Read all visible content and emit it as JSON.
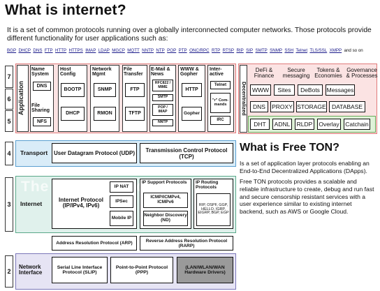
{
  "header": {
    "title": "What is internet?",
    "intro": "It is a set of common protocols running over a globally interconnected computer networks. Those protocols provide different functionality for user applications such as:"
  },
  "protocol_links": [
    "BGP",
    "DHCP",
    "DNS",
    "FTP",
    "HTTP",
    "HTTPS",
    "IMAP",
    "LDAP",
    "MGCP",
    "MQTT",
    "NNTP",
    "NTP",
    "POP",
    "PTP",
    "ONC/RPC",
    "RTP",
    "RTSP",
    "RIP",
    "SIP",
    "SMTP",
    "SNMP",
    "SSH",
    "Telnet",
    "TLS/SSL",
    "XMPP"
  ],
  "protocol_links_suffix": "and so on",
  "layers": {
    "l7": "7",
    "l6": "6",
    "l5": "5",
    "l4": "4",
    "l3": "3",
    "l2": "2",
    "application": "Application",
    "transport": "Transport",
    "internet": "Internet",
    "network_interface": "Network Interface"
  },
  "app": {
    "name_system": "Name System",
    "dns": "DNS",
    "file_sharing": "File Sharing",
    "nfs": "NFS",
    "host_config": "Host Config",
    "bootp": "BOOTP",
    "dhcp": "DHCP",
    "network_mgmt": "Network Mgmt",
    "snmp": "SNMP",
    "rmon": "RMON",
    "file_transfer": "File Transfer",
    "ftp": "FTP",
    "tftp": "TFTP",
    "email_news": "E-Mail & News",
    "rfc822": "RFC822 / MIME",
    "smtp": "SMTP",
    "pop_imap": "POP / IMAP",
    "nntp": "NNTP",
    "www_gopher": "WWW & Gopher",
    "http": "HTTP",
    "gopher": "Gopher",
    "interactive": "Inter-active",
    "telnet": "Telnet",
    "r_commands": "\"r\" Com-mands",
    "irc": "IRC"
  },
  "decentralized": {
    "label": "Decentralized",
    "row1": [
      "DeFi & Finance",
      "Secure messaging",
      "Tokens & Economies",
      "Governance & Processes"
    ],
    "row2": [
      "WWW",
      "Sites",
      "DeBots",
      "Messages"
    ],
    "row3": [
      "DNS",
      "PROXY",
      "STORAGE",
      "DATABASE"
    ],
    "row4": [
      "DHT",
      "ADNL",
      "RLDP",
      "Overlay",
      "Catchain"
    ]
  },
  "transport": {
    "udp": "User Datagram Protocol (UDP)",
    "tcp": "Transmission Control Protocol (TCP)"
  },
  "internet": {
    "ip": "Internet Protocol (IP/IPv4, IPv6)",
    "ipnat": "IP NAT",
    "ipsec": "IPSec",
    "mobile_ip": "Mobile IP",
    "ip_support": "IP Support Protocols",
    "icmp": "ICMP/ICMPv4, ICMPv6",
    "nd": "Neighbor Discovery (ND)",
    "ip_routing": "IP Routing Protocols",
    "routing_list": "RIP, OSPF, GGP, HELLO, IGRP, EIGRP, BGP, EGP",
    "watermark": "The TCP/IP Guide"
  },
  "link": {
    "arp": "Address Resolution Protocol (ARP)",
    "rarp": "Reverse Address Resolution Protocol (RARP)",
    "slip": "Serial Line Interface Protocol (SLIP)",
    "ppp": "Point-to-Point Protocol (PPP)",
    "drivers": "(LAN/WLAN/WAN Hardware Drivers)"
  },
  "ton": {
    "title": "What is Free TON?",
    "p1": "Is a set of application layer protocols enabling an End-to-End Decentralized Applications (DApps).",
    "p2": "Free TON protocols provides a scalable and reliable infrastructure to create, debug and run fast and secure censorship resistant services with a user experience similar to existing internet backend, such as AWS or Google Cloud."
  },
  "colors": {
    "app_band": "#fbe3e3",
    "app_border": "#e07a7a",
    "decentral_band": "#fbe3e3",
    "decentral_row4": "#dff2d8",
    "decentral_row4_border": "#6aaa5a",
    "transport_band": "#d9ecf8",
    "internet_band": "#e0f1ec",
    "link_band": "#e6e4f4",
    "drivers_fill": "#9a9a9a"
  }
}
